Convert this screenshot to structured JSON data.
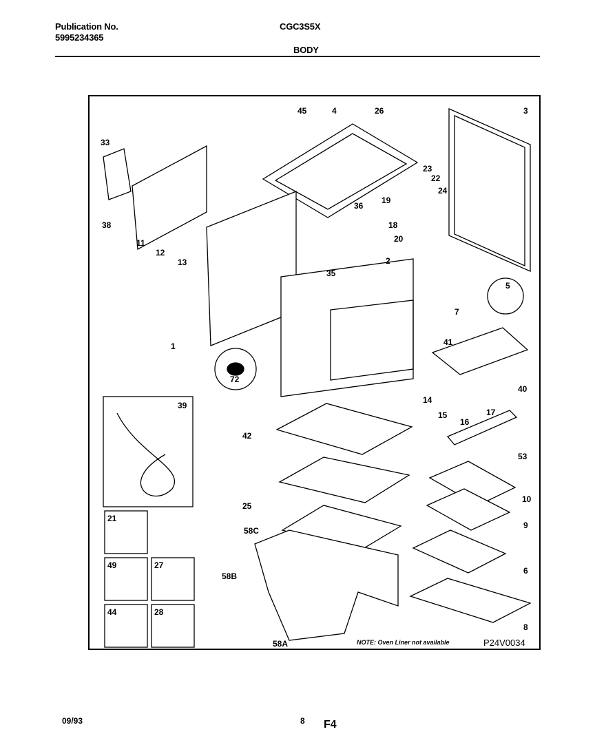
{
  "header": {
    "publication_label": "Publication No.",
    "publication_number": "5995234365",
    "model": "CGC3S5X",
    "section": "BODY"
  },
  "diagram": {
    "note": "NOTE: Oven Liner not available",
    "drawing_id": "P24V0034",
    "part_callouts": [
      "45",
      "4",
      "26",
      "3",
      "33",
      "23",
      "22",
      "24",
      "19",
      "36",
      "18",
      "20",
      "38",
      "11",
      "12",
      "13",
      "35",
      "2",
      "5",
      "7",
      "1",
      "41",
      "72",
      "40",
      "14",
      "15",
      "16",
      "17",
      "39",
      "42",
      "53",
      "10",
      "25",
      "9",
      "58C",
      "21",
      "49",
      "27",
      "6",
      "58B",
      "44",
      "28",
      "8",
      "58A"
    ]
  },
  "footer": {
    "date": "09/93",
    "page": "8",
    "code": "F4"
  }
}
